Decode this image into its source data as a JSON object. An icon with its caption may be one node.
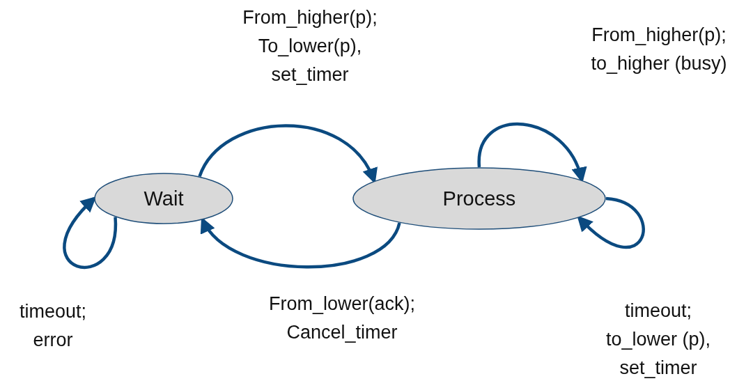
{
  "diagram": {
    "nodes": [
      {
        "text": [
          "Wait"
        ]
      },
      {
        "text": [
          "Process"
        ]
      }
    ],
    "edges": [
      {
        "from": 0,
        "to": 1,
        "arrow": "to",
        "label": "From_higher(p); To_lower(p), set_timer"
      },
      {
        "from": 1,
        "to": 0,
        "arrow": "to",
        "label": "From_lower(ack); Cancel_timer"
      },
      {
        "from": 0,
        "to": 0,
        "arrow": "to",
        "label": "timeout; error"
      },
      {
        "from": 1,
        "to": 1,
        "arrow": "to",
        "label": "From_higher(p); to_higher (busy)"
      },
      {
        "from": 1,
        "to": 1,
        "arrow": "to",
        "label": "timeout; to_lower (p), set_timer"
      }
    ]
  }
}
